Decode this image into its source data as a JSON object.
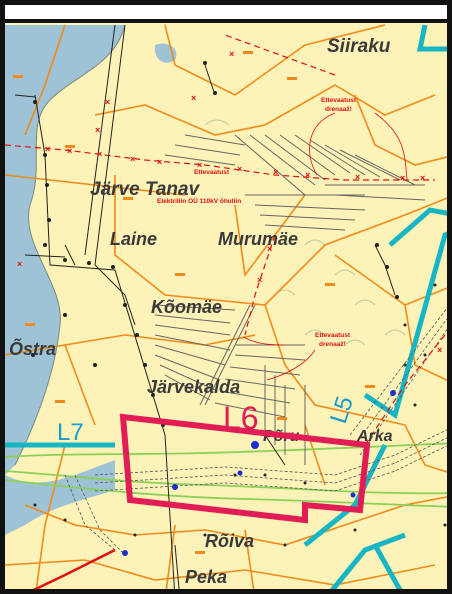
{
  "place_names": {
    "siiraku": "Siiraku",
    "jarve_tanav": "Järve Tanav",
    "laine": "Laine",
    "murumae": "Murumäe",
    "koomae": "Kõomäe",
    "ostra": "Õstra",
    "jarvekalda": "Järvekalda",
    "roiva": "Rõiva",
    "peka": "Peka",
    "poru": "Põru",
    "arka": "Arka"
  },
  "plan_labels": {
    "L6": "L6",
    "L7": "L7",
    "L5": "L5"
  },
  "annotations": {
    "drainage_1": "Ettevaatust drenaaž!",
    "powerline": "Ettevaatust Elektriliin OÜ 110kV õhuliin",
    "drainage_2": "Ettevaatust drenaaž!"
  },
  "colors": {
    "background": "#fdf2b7",
    "water": "#9ec3d6",
    "boundary": "#f08a1a",
    "plan_area": "#e21c55",
    "survey_blue": "#18b6c4",
    "drainage": "#666666",
    "cable_red": "#e01010",
    "road": "#8cd05a"
  }
}
